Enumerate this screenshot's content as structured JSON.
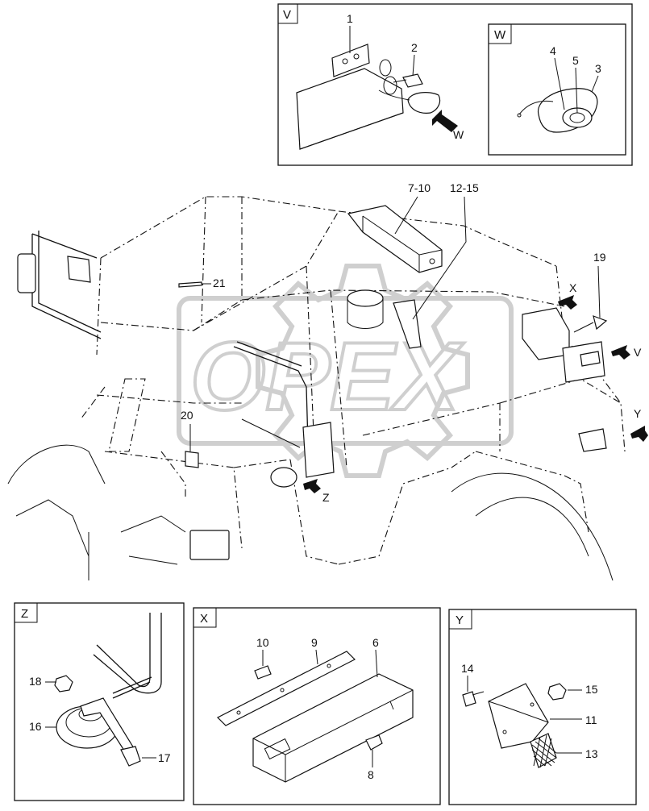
{
  "detail_boxes": {
    "v": {
      "tag": "V"
    },
    "w": {
      "tag": "W"
    },
    "z": {
      "tag": "Z"
    },
    "x": {
      "tag": "X"
    },
    "y": {
      "tag": "Y"
    }
  },
  "callouts": {
    "p1": "1",
    "p2": "2",
    "p3": "3",
    "p4": "4",
    "p5": "5",
    "p6": "6",
    "p7_10": "7-10",
    "p8": "8",
    "p9": "9",
    "p10": "10",
    "p11": "11",
    "p12_15": "12-15",
    "p13": "13",
    "p14": "14",
    "p15": "15",
    "p16": "16",
    "p17": "17",
    "p18": "18",
    "p19": "19",
    "p20": "20",
    "p21": "21"
  },
  "view_arrows": {
    "w": "W",
    "x": "X",
    "v": "V",
    "y": "Y",
    "z": "Z"
  },
  "watermark": "OPEX",
  "icons": [
    "view-direction-arrow-icon",
    "opex-watermark-logo"
  ]
}
